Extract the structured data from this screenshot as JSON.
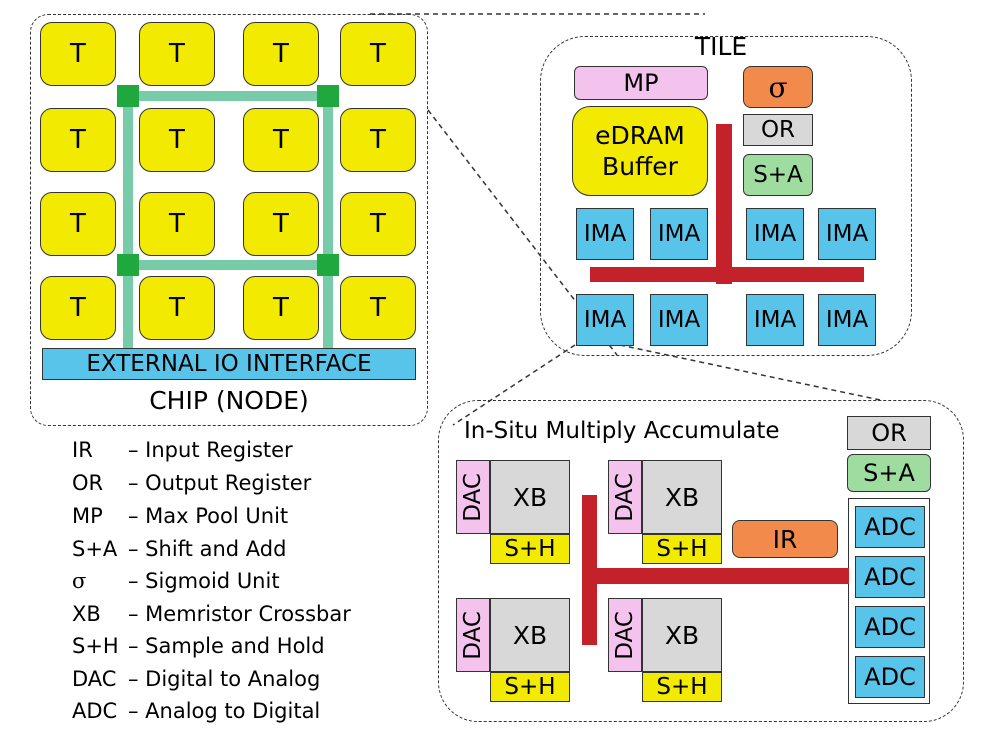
{
  "chip": {
    "tile_label": "T",
    "io_label": "EXTERNAL IO INTERFACE",
    "title": "CHIP (NODE)"
  },
  "tile": {
    "title": "TILE",
    "mp": "MP",
    "sigma": "σ",
    "or": "OR",
    "sa": "S+A",
    "edram_line1": "eDRAM",
    "edram_line2": "Buffer",
    "ima": "IMA"
  },
  "ima": {
    "title": "In-Situ Multiply Accumulate",
    "or": "OR",
    "sa": "S+A",
    "ir": "IR",
    "dac": "DAC",
    "xb": "XB",
    "sh": "S+H",
    "adc": "ADC"
  },
  "legend": [
    {
      "abbr": "IR",
      "desc": "– Input Register"
    },
    {
      "abbr": "OR",
      "desc": "– Output Register"
    },
    {
      "abbr": "MP",
      "desc": "– Max Pool Unit"
    },
    {
      "abbr": "S+A",
      "desc": "– Shift and Add"
    },
    {
      "abbr": "σ",
      "desc": "– Sigmoid Unit"
    },
    {
      "abbr": "XB",
      "desc": "– Memristor Crossbar"
    },
    {
      "abbr": "S+H",
      "desc": "– Sample and Hold"
    },
    {
      "abbr": "DAC",
      "desc": "– Digital to Analog"
    },
    {
      "abbr": "ADC",
      "desc": "– Analog to Digital"
    }
  ],
  "colors": {
    "tile_yellow": "#f2ea00",
    "ima_blue": "#59c4ea",
    "bus_red": "#c3222a",
    "noc_teal": "#78cba9",
    "router_green": "#1fa83e",
    "mp_pink": "#f3c3ee",
    "sigma_orange": "#f28a4c",
    "or_gray": "#d8d8d8",
    "sa_green": "#9fdca0"
  }
}
